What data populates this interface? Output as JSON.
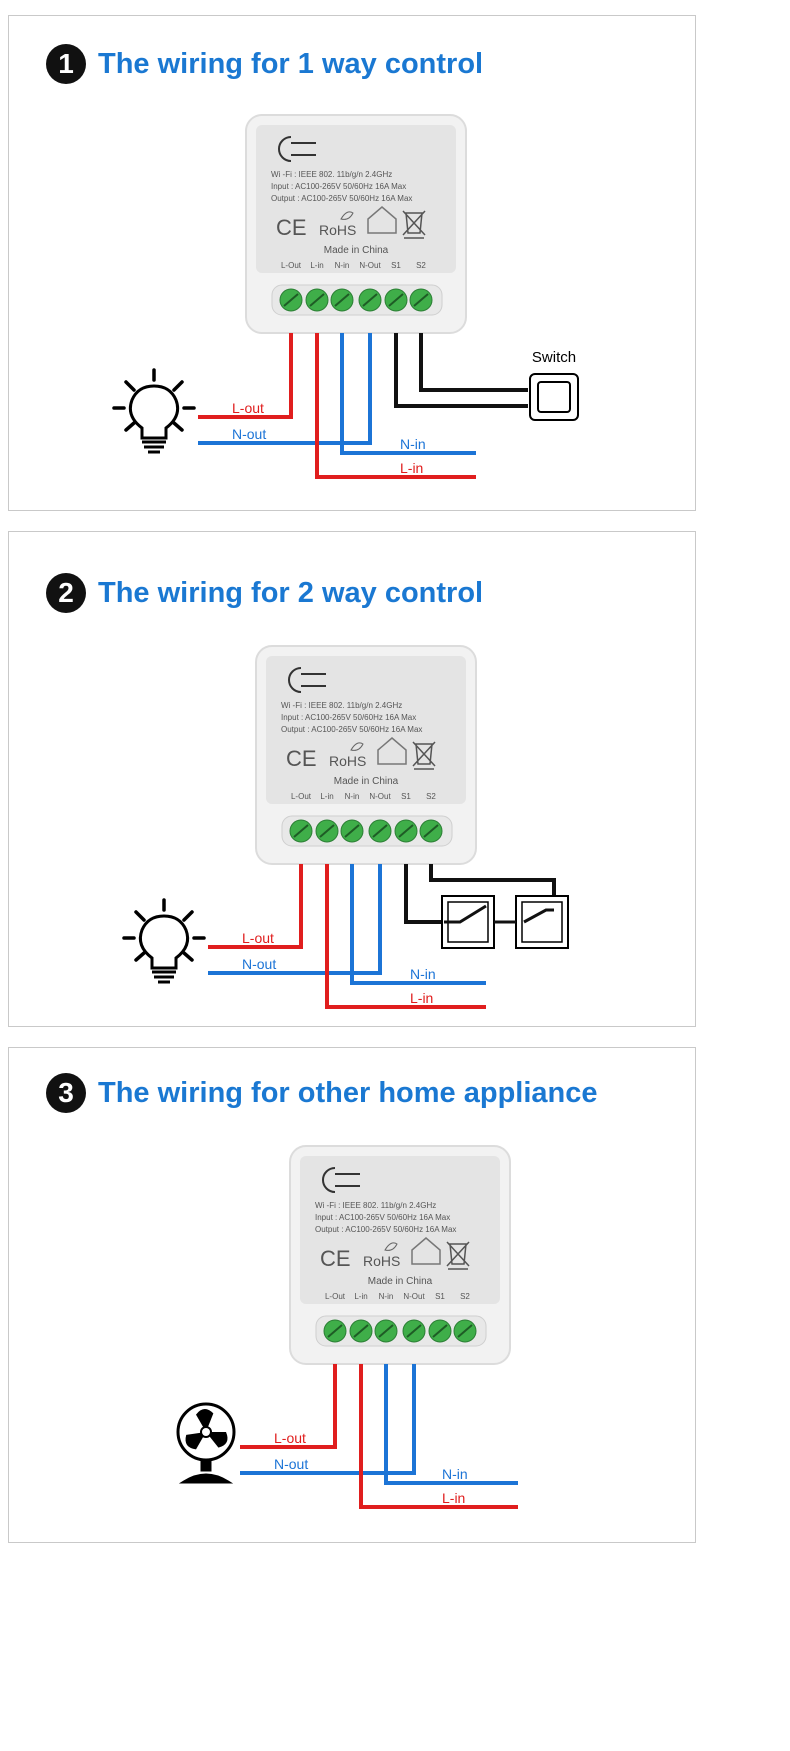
{
  "sections": [
    {
      "number": "1",
      "title": "The wiring for 1 way control",
      "switch_label": "Switch"
    },
    {
      "number": "2",
      "title": "The wiring for 2 way control"
    },
    {
      "number": "3",
      "title": "The wiring for other home appliance"
    }
  ],
  "device": {
    "line1": "Wi -Fi : IEEE  802. 11b/g/n    2.4GHz",
    "line2": "Input :  AC100-265V      50/60Hz     16A Max",
    "line3": "Output :  AC100-265V      50/60Hz     16A Max",
    "ce": "CE",
    "rohs": "RoHS",
    "made_in": "Made in China",
    "terminals": [
      "L-Out",
      "L-in",
      "N-in",
      "N-Out",
      "S1",
      "S2"
    ]
  },
  "wires": {
    "l_out": "L-out",
    "n_out": "N-out",
    "n_in": "N-in",
    "l_in": "L-in"
  },
  "colors": {
    "title": "#1a78d2",
    "live": "#e01e1e",
    "neutral": "#1c74d6",
    "switch_wire": "#111111",
    "terminal": "#3fae49"
  }
}
